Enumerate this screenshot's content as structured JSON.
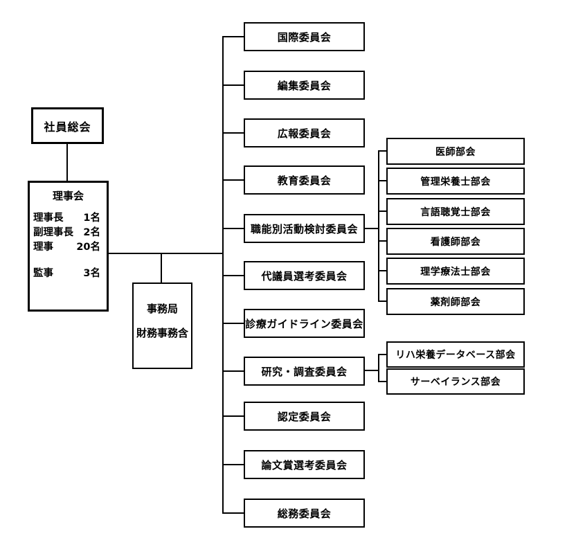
{
  "org": {
    "general_meeting": {
      "label": "社員総会"
    },
    "board": {
      "title": "理事会",
      "members": [
        {
          "role": "理事長",
          "count": "1名"
        },
        {
          "role": "副理事長",
          "count": "2名"
        },
        {
          "role": "理事",
          "count": "20名"
        },
        {
          "role": "監事",
          "count": "3名"
        }
      ]
    },
    "secretariat": {
      "line1": "事務局",
      "line2": "財務事務含"
    },
    "committees": [
      "国際委員会",
      "編集委員会",
      "広報委員会",
      "教育委員会",
      "職能別活動検討委員会",
      "代議員選考委員会",
      "診療ガイドライン委員会",
      "研究・調査委員会",
      "認定委員会",
      "論文賞選考委員会",
      "総務委員会"
    ],
    "professional_subcommittees": [
      "医師部会",
      "管理栄養士部会",
      "言語聴覚士部会",
      "看護師部会",
      "理学療法士部会",
      "薬剤師部会"
    ],
    "research_subcommittees": [
      "リハ栄養データベース部会",
      "サーベイランス部会"
    ],
    "colors": {
      "line": "#000000",
      "background": "#ffffff",
      "text": "#000000"
    }
  }
}
